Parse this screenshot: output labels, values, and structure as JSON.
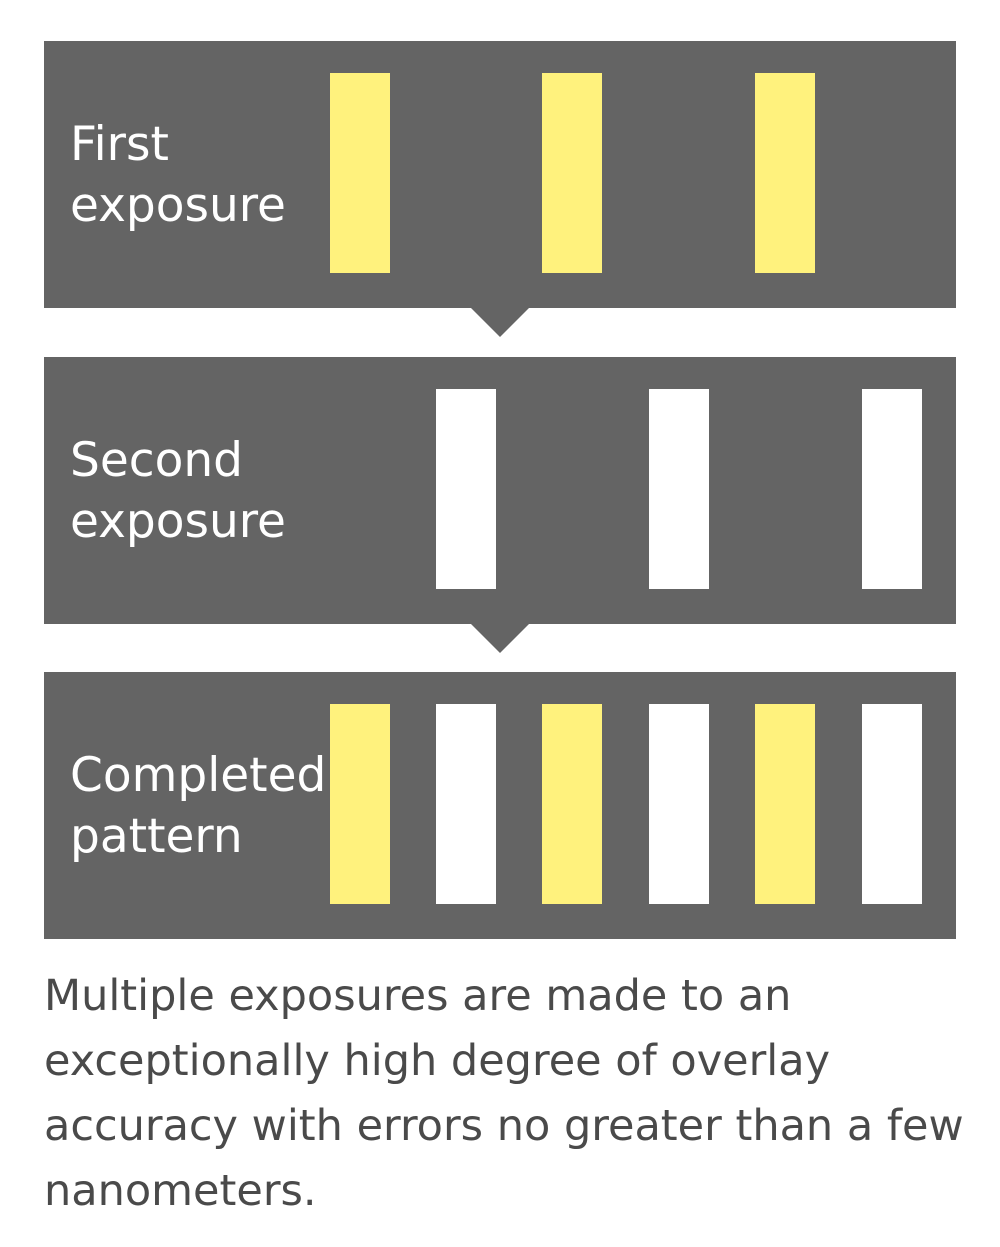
{
  "colors": {
    "panel": "#646464",
    "label_text": "#ffffff",
    "exposure_one": "#fff27d",
    "exposure_two": "#ffffff",
    "caption_text": "#4a4a4a"
  },
  "panels": [
    {
      "label": "First\nexposure",
      "stripes": [
        "exposure_one",
        "exposure_one",
        "exposure_one"
      ]
    },
    {
      "label": "Second\nexposure",
      "stripes": [
        "exposure_two",
        "exposure_two",
        "exposure_two"
      ]
    },
    {
      "label": "Completed\npattern",
      "stripes": [
        "exposure_one",
        "exposure_two",
        "exposure_one",
        "exposure_two",
        "exposure_one",
        "exposure_two"
      ]
    }
  ],
  "caption": "Multiple exposures are made to an exceptionally high degree of overlay accuracy with errors no greater than a few nanometers."
}
